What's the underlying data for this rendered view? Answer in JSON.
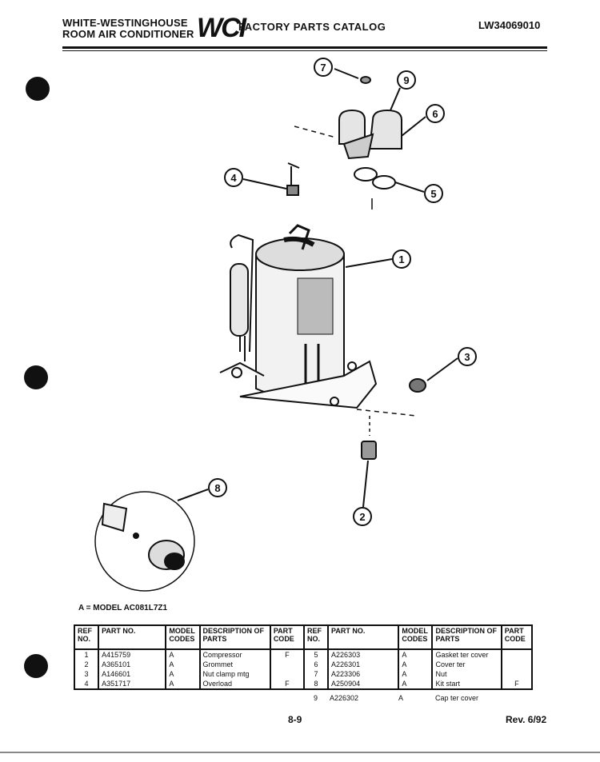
{
  "header": {
    "brand_line1": "WHITE-WESTINGHOUSE",
    "brand_line2": "ROOM AIR CONDITIONER",
    "logo": "WCI",
    "catalog_title": "FACTORY PARTS CATALOG",
    "catalog_code": "LW34069010"
  },
  "diagram": {
    "callouts": [
      "7",
      "9",
      "6",
      "4",
      "5",
      "1",
      "3",
      "8",
      "2"
    ]
  },
  "model_note": "A = MODEL AC081L7Z1",
  "table": {
    "headers": [
      "REF NO.",
      "PART NO.",
      "MODEL CODES",
      "DESCRIPTION OF PARTS",
      "PART CODE",
      "REF NO.",
      "PART NO.",
      "MODEL CODES",
      "DESCRIPTION OF PARTS",
      "PART CODE"
    ],
    "rows": [
      [
        "1",
        "A415759",
        "A",
        "Compressor",
        "F",
        "5",
        "A226303",
        "A",
        "Gasket ter cover",
        ""
      ],
      [
        "2",
        "A365101",
        "A",
        "Grommet",
        "",
        "6",
        "A226301",
        "A",
        "Cover ter",
        ""
      ],
      [
        "3",
        "A146601",
        "A",
        "Nut clamp mtg",
        "",
        "7",
        "A223306",
        "A",
        "Nut",
        ""
      ],
      [
        "4",
        "A351717",
        "A",
        "Overload",
        "F",
        "8",
        "A250904",
        "A",
        "Kit start",
        "F"
      ]
    ],
    "extra_row": [
      "9",
      "A226302",
      "A",
      "Cap ter cover"
    ]
  },
  "footer": {
    "page_number": "8-9",
    "revision": "Rev. 6/92"
  }
}
